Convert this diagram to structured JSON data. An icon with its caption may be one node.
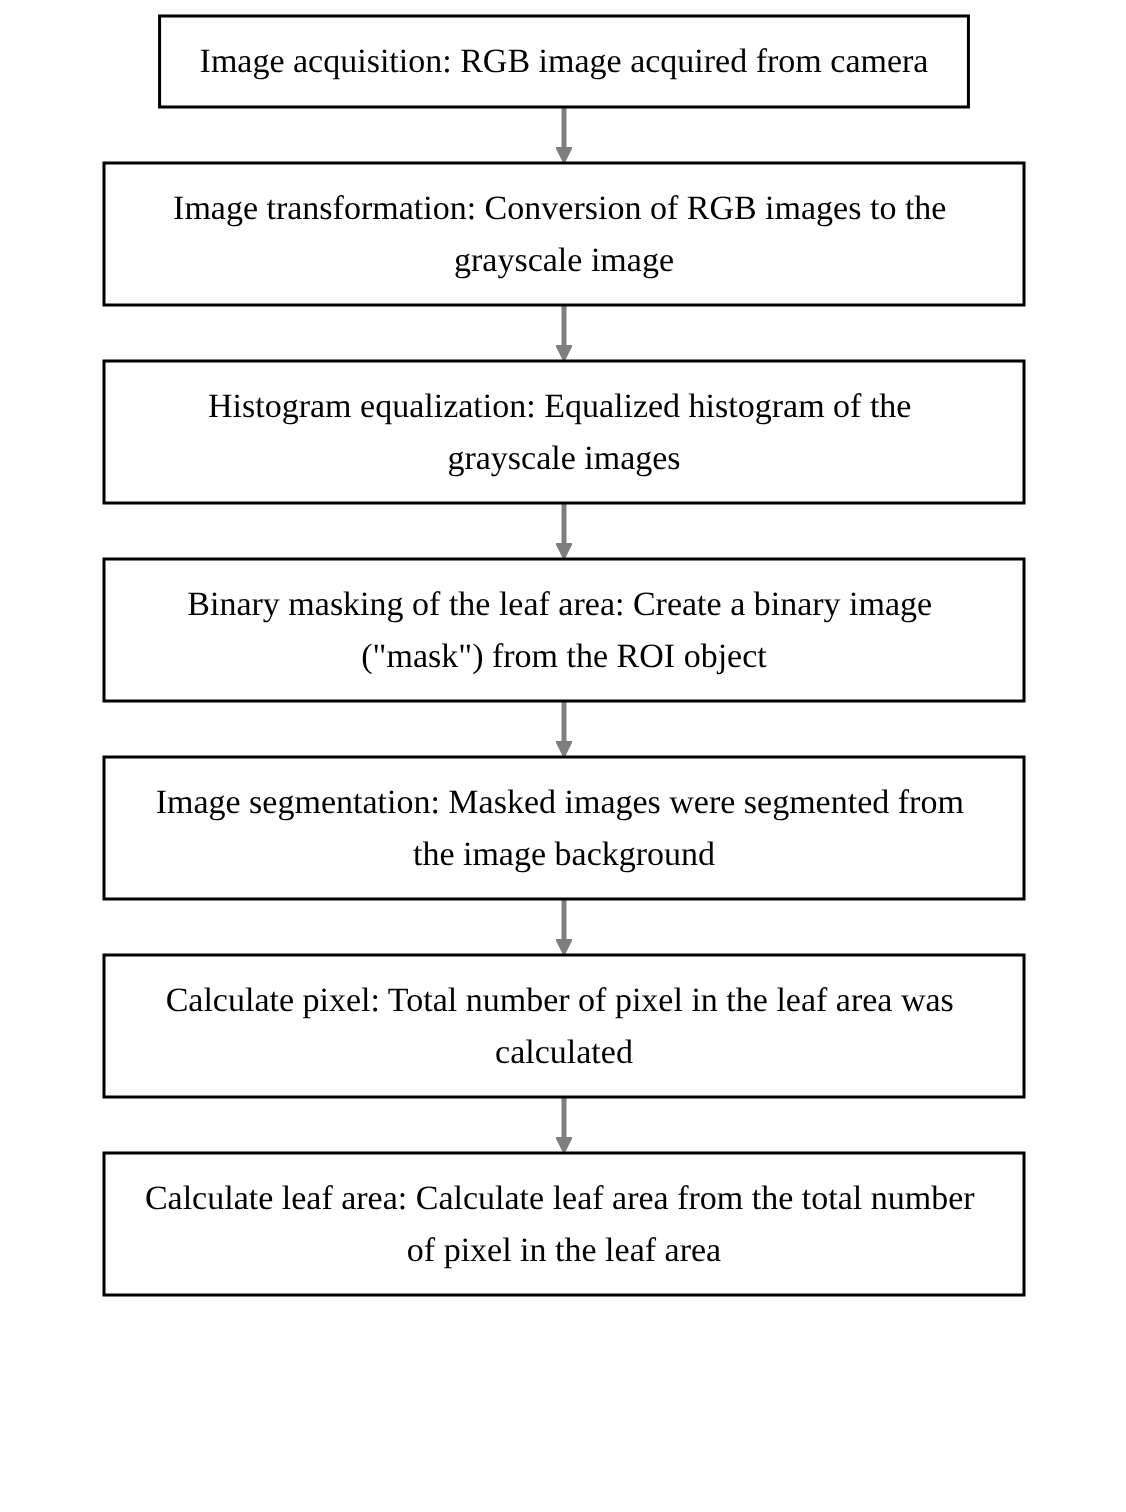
{
  "diagram": {
    "nodes": [
      {
        "text": [
          "Image acquisition: RGB image acquired from camera"
        ]
      },
      {
        "text": [
          "Image transformation: Conversion of RGB images to the grayscale image"
        ]
      },
      {
        "text": [
          "Histogram equalization: Equalized histogram of the grayscale images"
        ]
      },
      {
        "text": [
          "Binary masking of the leaf area: Create a binary image (\"mask\") from the ROI object"
        ]
      },
      {
        "text": [
          "Image segmentation: Masked images were segmented from the image background"
        ]
      },
      {
        "text": [
          "Calculate pixel: Total number of pixel in the leaf area was calculated"
        ]
      },
      {
        "text": [
          "Calculate leaf area: Calculate leaf area from the total number of pixel in the leaf area"
        ]
      }
    ],
    "edges": [
      {
        "from": 0,
        "to": 1,
        "arrow": "to"
      },
      {
        "from": 1,
        "to": 2,
        "arrow": "to"
      },
      {
        "from": 2,
        "to": 3,
        "arrow": "to"
      },
      {
        "from": 3,
        "to": 4,
        "arrow": "to"
      },
      {
        "from": 4,
        "to": 5,
        "arrow": "to"
      },
      {
        "from": 5,
        "to": 6,
        "arrow": "to"
      }
    ]
  }
}
